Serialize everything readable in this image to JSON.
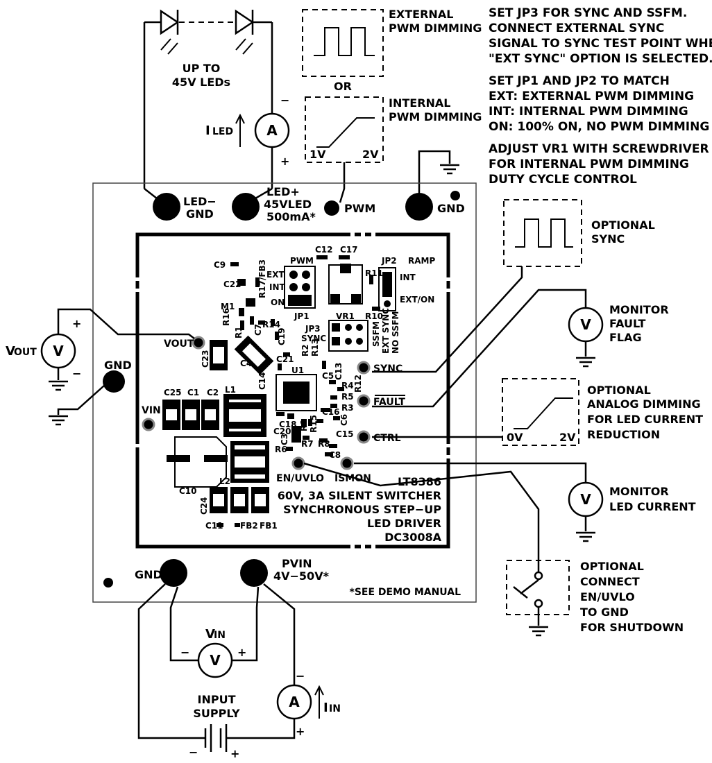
{
  "leds": {
    "label_line1": "UP TO",
    "label_line2": "45V LEDs"
  },
  "external_pwm": {
    "line1": "EXTERNAL",
    "line2": "PWM DIMMING"
  },
  "or_label": "OR",
  "internal_pwm": {
    "line1": "INTERNAL",
    "line2": "PWM DIMMING",
    "low": "1V",
    "high": "2V"
  },
  "notes": {
    "sync_note": [
      "SET JP3 FOR SYNC AND SSFM.",
      "CONNECT EXTERNAL SYNC",
      "SIGNAL TO SYNC TEST POINT WHEN",
      "\"EXT SYNC\" OPTION IS SELECTED."
    ],
    "jumper_note": [
      "SET JP1 AND JP2 TO MATCH",
      "EXT: EXTERNAL PWM DIMMING",
      "INT: INTERNAL PWM DIMMING",
      "ON: 100% ON, NO PWM DIMMING"
    ],
    "vr1_note": [
      "ADJUST VR1 WITH SCREWDRIVER",
      "FOR INTERNAL PWM DIMMING",
      "DUTY CYCLE CONTROL"
    ]
  },
  "meters": {
    "iled": {
      "symbol": "A",
      "label_main": "I",
      "label_sub": "LED",
      "minus": "−",
      "plus": "+"
    },
    "vout": {
      "symbol": "V",
      "label_main": "V",
      "label_sub": "OUT",
      "plus": "+",
      "minus": "−"
    },
    "fault": {
      "symbol": "V",
      "line1": "MONITOR",
      "line2": "FAULT",
      "line3": "FLAG"
    },
    "ledcur": {
      "symbol": "V",
      "line1": "MONITOR",
      "line2": "LED CURRENT"
    },
    "vin": {
      "symbol": "V",
      "label_main": "V",
      "label_sub": "IN",
      "minus": "−",
      "plus": "+"
    },
    "iin": {
      "symbol": "A",
      "label_main": "I",
      "label_sub": "IN",
      "minus": "−",
      "plus": "+"
    }
  },
  "optional_sync": {
    "line1": "OPTIONAL",
    "line2": "SYNC"
  },
  "analog_dimming": {
    "line1": "OPTIONAL",
    "line2": "ANALOG DIMMING",
    "line3": "FOR LED CURRENT",
    "line4": "REDUCTION",
    "low": "0V",
    "high": "2V"
  },
  "shutdown": {
    "line1": "OPTIONAL",
    "line2": "CONNECT",
    "line3": "EN/UVLO",
    "line4": "TO GND",
    "line5": "FOR SHUTDOWN"
  },
  "input_supply": {
    "line1": "INPUT",
    "line2": "SUPPLY",
    "minus": "−",
    "plus": "+"
  },
  "terminals": {
    "led_gnd": [
      "LED−",
      "GND"
    ],
    "led_plus": [
      "LED+",
      "45VLED",
      "500mA*"
    ],
    "pwm": "PWM",
    "gnd_top": "GND",
    "gnd_left": "GND",
    "gnd_bottom": "GND",
    "pvin": [
      "PVIN",
      "4V−50V*"
    ]
  },
  "test_points": {
    "vout": "VOUT",
    "vin": "VIN",
    "sync": "SYNC",
    "fault": "FAULT",
    "ctrl": "CTRL",
    "en_uvlo": "EN/UVLO",
    "ismon": "ISMON"
  },
  "components": {
    "pwm_header": "PWM",
    "jp1": "JP1",
    "jp1_opts": [
      "EXT",
      "INT",
      "ON"
    ],
    "jp2": "JP2",
    "ramp": "RAMP",
    "jp2_opts": [
      "INT",
      "EXT/ON"
    ],
    "vr1": "VR1",
    "jp3": [
      "JP3",
      "SYNC"
    ],
    "ssfm": [
      "SSFM",
      "EXT SYNC",
      "NO SSFM"
    ],
    "refs": [
      "C12",
      "C17",
      "C9",
      "R17/FB3",
      "C22",
      "M1",
      "R11",
      "R10",
      "R16",
      "R1",
      "C7",
      "R14",
      "C19",
      "R2",
      "R13",
      "C4",
      "C21",
      "U1",
      "C14",
      "C13",
      "C5",
      "R4",
      "R12",
      "R5",
      "R3",
      "C16",
      "C6",
      "C18",
      "R9",
      "R15",
      "C20",
      "C3",
      "R7",
      "R8",
      "C15",
      "R6",
      "C8",
      "C23",
      "C25",
      "C1",
      "C2",
      "L1",
      "L2",
      "C10",
      "C24",
      "C11",
      "FB2",
      "FB1"
    ]
  },
  "board_title": [
    "LT8386",
    "60V, 3A SILENT SWITCHER",
    "SYNCHRONOUS STEP−UP",
    "LED DRIVER",
    "DC3008A"
  ],
  "footnote": "*SEE DEMO MANUAL"
}
